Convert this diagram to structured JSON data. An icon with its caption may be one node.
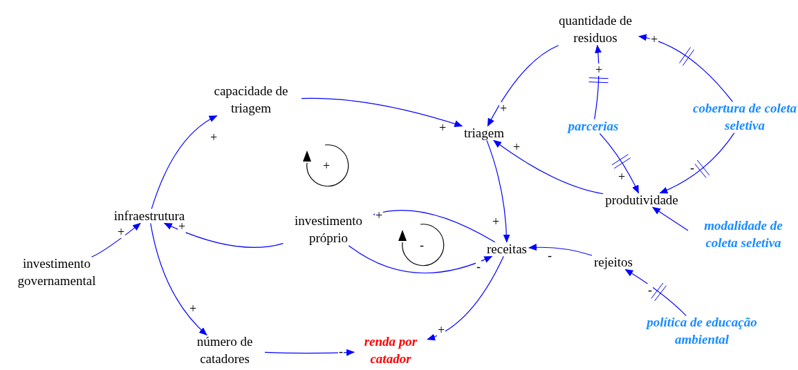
{
  "diagram": {
    "nodes": [
      {
        "text": [
          "quantidade de residuos"
        ]
      },
      {
        "text": [
          "capacidade de triagem"
        ]
      },
      {
        "text": [
          "triagem"
        ]
      },
      {
        "text": [
          "parcerias"
        ]
      },
      {
        "text": [
          "cobertura de coleta seletiva"
        ]
      },
      {
        "text": [
          "produtividade"
        ]
      },
      {
        "text": [
          "infraestrutura"
        ]
      },
      {
        "text": [
          "investimento próprio"
        ]
      },
      {
        "text": [
          "receitas"
        ]
      },
      {
        "text": [
          "modalidade de coleta seletiva"
        ]
      },
      {
        "text": [
          "rejeitos"
        ]
      },
      {
        "text": [
          "investimento governamental"
        ]
      },
      {
        "text": [
          "política de educação ambiental"
        ]
      },
      {
        "text": [
          "número de catadores"
        ]
      },
      {
        "text": [
          "renda por catador"
        ]
      }
    ],
    "edges": [
      {
        "from": 0,
        "to": 2,
        "arrow": "to",
        "label": "+"
      },
      {
        "from": 1,
        "to": 2,
        "arrow": "to",
        "label": "+"
      },
      {
        "from": 5,
        "to": 2,
        "arrow": "to",
        "label": "+"
      },
      {
        "from": 3,
        "to": 0,
        "arrow": "to",
        "label": "+"
      },
      {
        "from": 4,
        "to": 0,
        "arrow": "to",
        "label": "+"
      },
      {
        "from": 3,
        "to": 5,
        "arrow": "to",
        "label": "+"
      },
      {
        "from": 4,
        "to": 5,
        "arrow": "to",
        "label": "-"
      },
      {
        "from": 2,
        "to": 8,
        "arrow": "to",
        "label": "+"
      },
      {
        "from": 8,
        "to": 7,
        "arrow": "to",
        "label": "+"
      },
      {
        "from": 7,
        "to": 6,
        "arrow": "to",
        "label": "+"
      },
      {
        "from": 7,
        "to": 8,
        "arrow": "to",
        "label": "-"
      },
      {
        "from": 6,
        "to": 1,
        "arrow": "to",
        "label": "+"
      },
      {
        "from": 11,
        "to": 6,
        "arrow": "to",
        "label": "+"
      },
      {
        "from": 6,
        "to": 13,
        "arrow": "to",
        "label": "+"
      },
      {
        "from": 13,
        "to": 14,
        "arrow": "to",
        "label": "-"
      },
      {
        "from": 8,
        "to": 14,
        "arrow": "to",
        "label": "+"
      },
      {
        "from": 10,
        "to": 8,
        "arrow": "to",
        "label": "-"
      },
      {
        "from": 9,
        "to": 5,
        "arrow": "to"
      },
      {
        "from": 12,
        "to": 10,
        "arrow": "to",
        "label": "-"
      }
    ],
    "labels": [
      "+",
      "-"
    ]
  }
}
